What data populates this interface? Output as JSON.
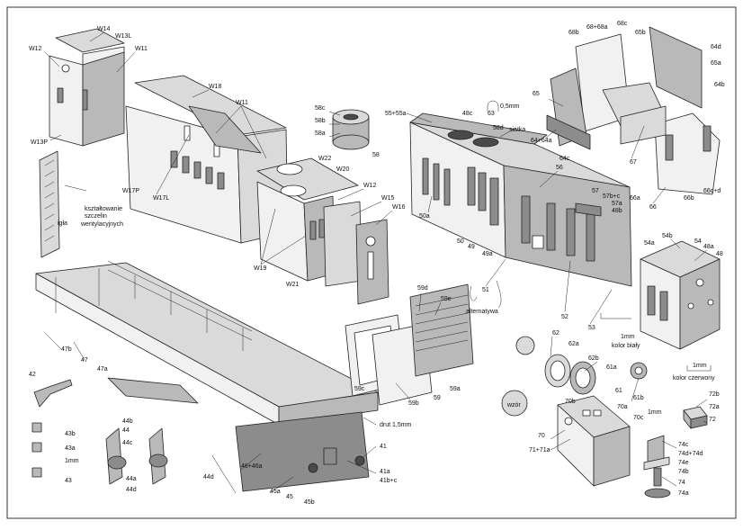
{
  "labels": {
    "W14": "W14",
    "W13L": "W13L",
    "W11a": "W11",
    "W12a": "W12",
    "W13P": "W13P",
    "W18": "W18",
    "W11b": "W11",
    "W17P": "W17P",
    "W17L": "W17L",
    "W22": "W22",
    "W20": "W20",
    "W12b": "W12",
    "W15": "W15",
    "W16": "W16",
    "W19": "W19",
    "W21": "W21",
    "igla": "igła",
    "szczeliny": [
      "kształtowanie",
      "szczelin",
      "wentylacyjnych"
    ],
    "l58c": "58c",
    "l58b": "58b",
    "l58a": "58a",
    "l58": "58",
    "l55": "55+55a",
    "l48c": "48c",
    "l63": "63",
    "l05": "0,5mm",
    "l58d": "58d",
    "siatka": "siatka",
    "l56": "56",
    "l57": "57",
    "l57bc": "57b+c",
    "l57a": "57a",
    "l48b": "48b",
    "l50a": "50a",
    "l50": "50",
    "l49": "49",
    "l49a": "49a",
    "l51": "51",
    "alt": "alternatywa",
    "l52": "52",
    "l53": "53",
    "l68b": "68b",
    "l68": "68+68a",
    "l68c": "68c",
    "l65b": "65b",
    "l64d": "64d",
    "l65a": "65a",
    "l64b": "64b",
    "l65": "65",
    "l64": "64+64a",
    "l64c": "64c",
    "l67": "67",
    "l66a": "66a",
    "l66": "66",
    "l66b": "66b",
    "l66cd": "66c+d",
    "l54b": "54b",
    "l54a": "54a",
    "l54": "54",
    "l48a": "48a",
    "l48": "48",
    "mm1a": "1mm",
    "kbialy": "kolor biały",
    "mm1b": "1mm",
    "kczerwony": "kolor czerwony",
    "l59d": "59d",
    "l59e": "59e",
    "l59c": "59c",
    "l59b": "59b",
    "l59": "59",
    "l59a": "59a",
    "l62": "62",
    "l62a": "62a",
    "l62b": "62b",
    "wzor": "wzór",
    "l61a": "61a",
    "l61": "61",
    "l61b": "61b",
    "l70b": "70b",
    "l70a": "70a",
    "l70c": "70c",
    "l70": "70",
    "l71": "71+71a",
    "l72b": "72b",
    "l72a": "72a",
    "l72": "72",
    "mm1c": "1mm",
    "l74c": "74c",
    "l74d": "74d+74d",
    "l74e": "74e",
    "l74b": "74b",
    "l74": "74",
    "l74a": "74a",
    "l47b": "47b",
    "l47": "47",
    "l47a": "47a",
    "l42": "42",
    "l43b": "43b",
    "l43a": "43a",
    "mm1d": "1mm",
    "l43": "43",
    "l44b": "44b",
    "l44": "44",
    "l44c": "44c",
    "l44a": "44a",
    "l44dd": "44d",
    "l44d": "44d",
    "l4646a": "46+46a",
    "drut": "drut 1,5mm",
    "l41": "41",
    "l41a": "41a",
    "l41bc": "41b+c",
    "l45a": "45a",
    "l45": "45",
    "l45b": "45b"
  }
}
